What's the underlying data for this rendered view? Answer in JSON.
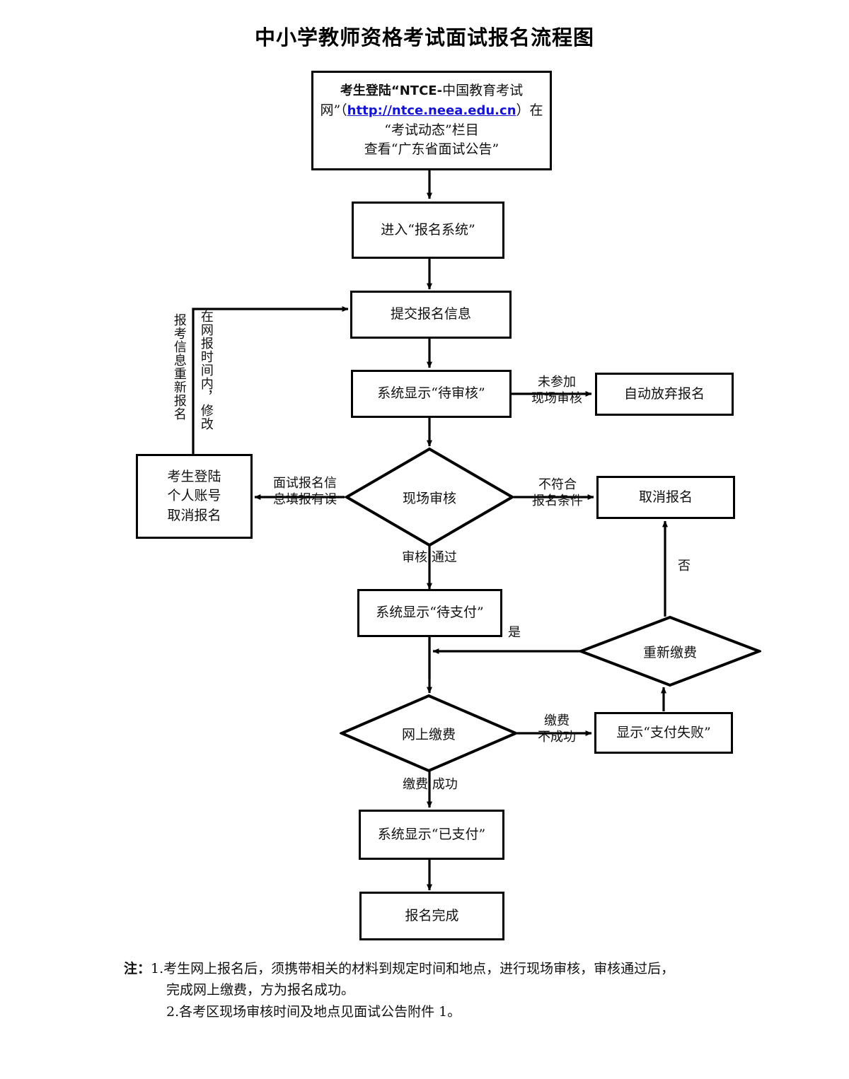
{
  "title": "中小学教师资格考试面试报名流程图",
  "nodes": {
    "start": {
      "line1_a": "考生登陆“NTCE-",
      "line1_b": "中国教育考试",
      "line2_a": "网”（",
      "line2_url": "http://ntce.neea.edu.cn",
      "line2_b": "）在",
      "line3": "“考试动态”栏目",
      "line4": "查看“广东省面试公告”"
    },
    "enter_system": "进入“报名系统”",
    "submit_info": "提交报名信息",
    "status_pending_review": "系统显示“待审核”",
    "auto_abandon": "自动放弃报名",
    "onsite_review": "现场审核",
    "cancel_registration": "取消报名",
    "login_cancel": "考生登陆\n个人账号\n取消报名",
    "status_pending_pay": "系统显示“待支付”",
    "repay": "重新缴费",
    "online_pay": "网上缴费",
    "pay_failed": "显示“支付失败”",
    "status_paid": "系统显示“已支付”",
    "done": "报名完成"
  },
  "edge_labels": {
    "no_onsite_review": "未参加\n现场审核",
    "info_error": "面试报名信\n息填报有误",
    "not_qualified": "不符合\n报名条件",
    "review_passed": "审核  通过",
    "repay_yes": "是",
    "repay_no": "否",
    "pay_failed_label": "缴费\n不成功",
    "pay_success": "缴费  成功",
    "vertical_left": "报考信息重新报名",
    "vertical_right": "在网报时间内，修改"
  },
  "notes": {
    "lead": "注：",
    "item1_num": "1.",
    "item1_line1": "考生网上报名后，须携带相关的材料到规定时间和地点，进行现场审核，审核通过后，",
    "item1_line2": "完成网上缴费，方为报名成功。",
    "item2_num": "2.",
    "item2_line1": "各考区现场审核时间及地点见面试公告附件 1。"
  },
  "colors": {
    "stroke": "#000000",
    "background": "#ffffff",
    "link": "#1414d2",
    "text": "#111111"
  }
}
